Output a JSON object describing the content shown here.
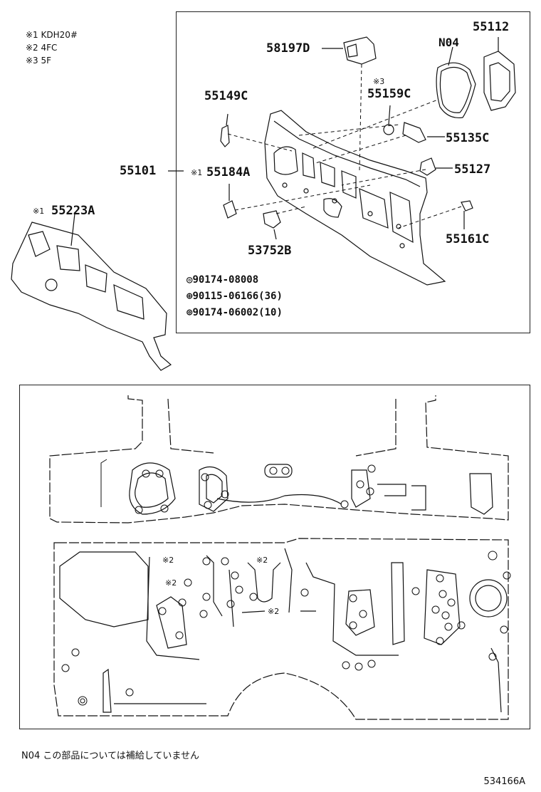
{
  "notes": [
    "※1 KDH20#",
    "※2 4FC",
    "※3 5F"
  ],
  "labels": {
    "p58197D": "58197D",
    "pN04": "N04",
    "p55112": "55112",
    "p55149C": "55149C",
    "mark3": "※3",
    "p55159C": "55159C",
    "p55135C": "55135C",
    "p55101": "55101",
    "mark1a": "※1",
    "p55184A": "55184A",
    "p55127": "55127",
    "mark1b": "※1",
    "p55223A": "55223A",
    "p55161C": "55161C",
    "p53752B": "53752B"
  },
  "fasteners": [
    {
      "symbol": "◎",
      "text": "90174-08008"
    },
    {
      "symbol": "⊕",
      "text": "90115-06166(36)"
    },
    {
      "symbol": "⊚",
      "text": "90174-06002(10)"
    }
  ],
  "lower_marks": [
    "※2",
    "※2",
    "※2",
    "※2"
  ],
  "footer_note": "N04 この部品については補給していません",
  "diagram_code": "534166A"
}
